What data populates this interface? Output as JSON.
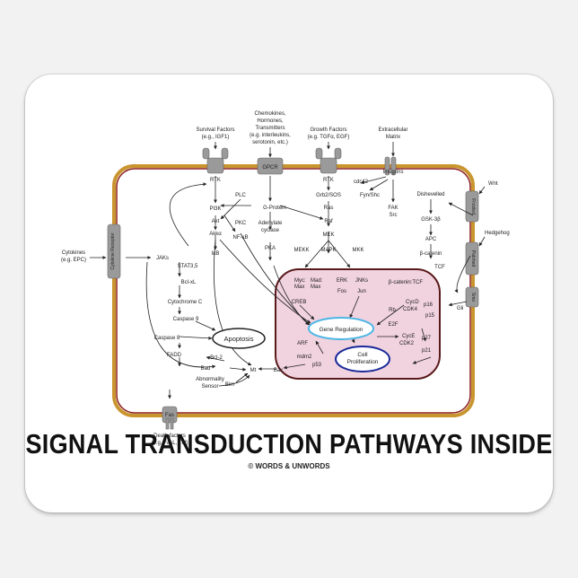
{
  "title": "SIGNAL TRANSDUCTION PATHWAYS INSIDE",
  "copyright": "© WORDS & UNWORDS",
  "labels": {
    "survival_1": "Survival Factors",
    "survival_2": "(e.g., IGF1)",
    "chemo_1": "Chemokines,",
    "chemo_2": "Hormones,",
    "chemo_3": "Transmitters",
    "chemo_4": "(e.g. interleukins,",
    "chemo_5": "serotonin, etc.)",
    "growth_1": "Growth Factors",
    "growth_2": "(e.g. TGFα, EGF)",
    "ecm_1": "Extracellular",
    "ecm_2": "Matrix",
    "wnt": "Wnt",
    "hedgehog": "Hedgehog",
    "cyto_1": "Cytokines",
    "cyto_2": "(e.g. EPC)",
    "death_1": "Death factors",
    "death_2": "(e.g. FasL, Tnf)",
    "rtk1": "RTK",
    "gpcr": "GPCR",
    "rtk2": "RTK",
    "integrins": "Integrins",
    "frizzled": "Frizzled",
    "patched": "Patched",
    "smo": "Smo",
    "cytokine_receptor": "Cytokine Receptor",
    "fas": "Fas",
    "cdc42": "cdc42",
    "grb2": "Grb2/SOS",
    "fynshc": "Fyn/Shc",
    "pi3k": "PI3K",
    "plc": "PLC",
    "gprotein": "G-Protein",
    "ras": "Ras",
    "fak": "FAK",
    "src": "Src",
    "akt": "Akt",
    "pkc": "PKC",
    "adenylate_1": "Adenylate",
    "adenylate_2": "cyclase",
    "raf": "Raf",
    "dishevelled": "Dishevelled",
    "gsk": "GSK-3β",
    "akka": "Akkα",
    "nfkb": "NF-κB",
    "ikb": "IκB",
    "pka": "PKA",
    "mek": "MEK",
    "apc": "APC",
    "jaks": "JAKs",
    "stat": "STAT3,5",
    "mekk": "MEKK",
    "mapk": "MAPK",
    "mkk": "MKK",
    "bcatenin": "β-catenin",
    "tcf": "TCF",
    "bclxl": "Bcl-xL",
    "myc_1": "Myc:",
    "myc_2": "Max",
    "mad_1": "Mad:",
    "mad_2": "Max",
    "erk": "ERK",
    "fos": "Fos",
    "jnks": "JNKs",
    "jun": "Jun",
    "bcat_tcf": "β-catenin:TCF",
    "cytc": "Cytochrome C",
    "creb": "CREB",
    "cycd": "CycD",
    "cdk4": "CDK4",
    "p15": "p15",
    "p16": "p16",
    "rb": "Rb",
    "gli": "Gli",
    "casp9": "Caspase 9",
    "gene_reg": "Gene Regulation",
    "e2f": "E2F",
    "apoptosis": "Apoptosis",
    "caspase8": "Caspase 8",
    "arf": "ARF",
    "cyce": "CycE",
    "cdk2": "CDK2",
    "p27": "p27",
    "p21": "p21",
    "mdm2": "mdm2",
    "cellprolif_1": "Cell",
    "cellprolif_2": "Proliferation",
    "fadd": "FADD",
    "bcl2": "Bcl-2",
    "p53": "p53",
    "bad": "Bad",
    "bax": "Bax",
    "mt": "Mt",
    "abn_1": "Abnormality",
    "abn_2": "Sensor",
    "bim": "Bim"
  },
  "colors": {
    "membrane": "#c9952f",
    "membrane_inner": "#8a1c1c",
    "nucleus_fill": "#f1d2df",
    "nucleus_border": "#5a1a1a",
    "gene_ellipse": "#4db6e6",
    "prolif_ellipse": "#1a2a9a"
  }
}
